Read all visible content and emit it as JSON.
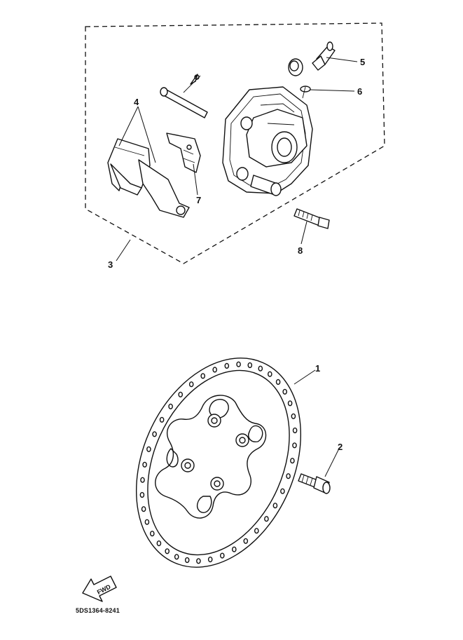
{
  "diagram": {
    "callouts": [
      {
        "id": "1",
        "label": "1"
      },
      {
        "id": "2",
        "label": "2"
      },
      {
        "id": "3",
        "label": "3"
      },
      {
        "id": "4",
        "label": "4"
      },
      {
        "id": "5",
        "label": "5"
      },
      {
        "id": "6",
        "label": "6"
      },
      {
        "id": "7",
        "label": "7"
      },
      {
        "id": "8",
        "label": "8"
      }
    ],
    "fwd_label": "FWD",
    "reference_code": "5DS1364-8241"
  }
}
